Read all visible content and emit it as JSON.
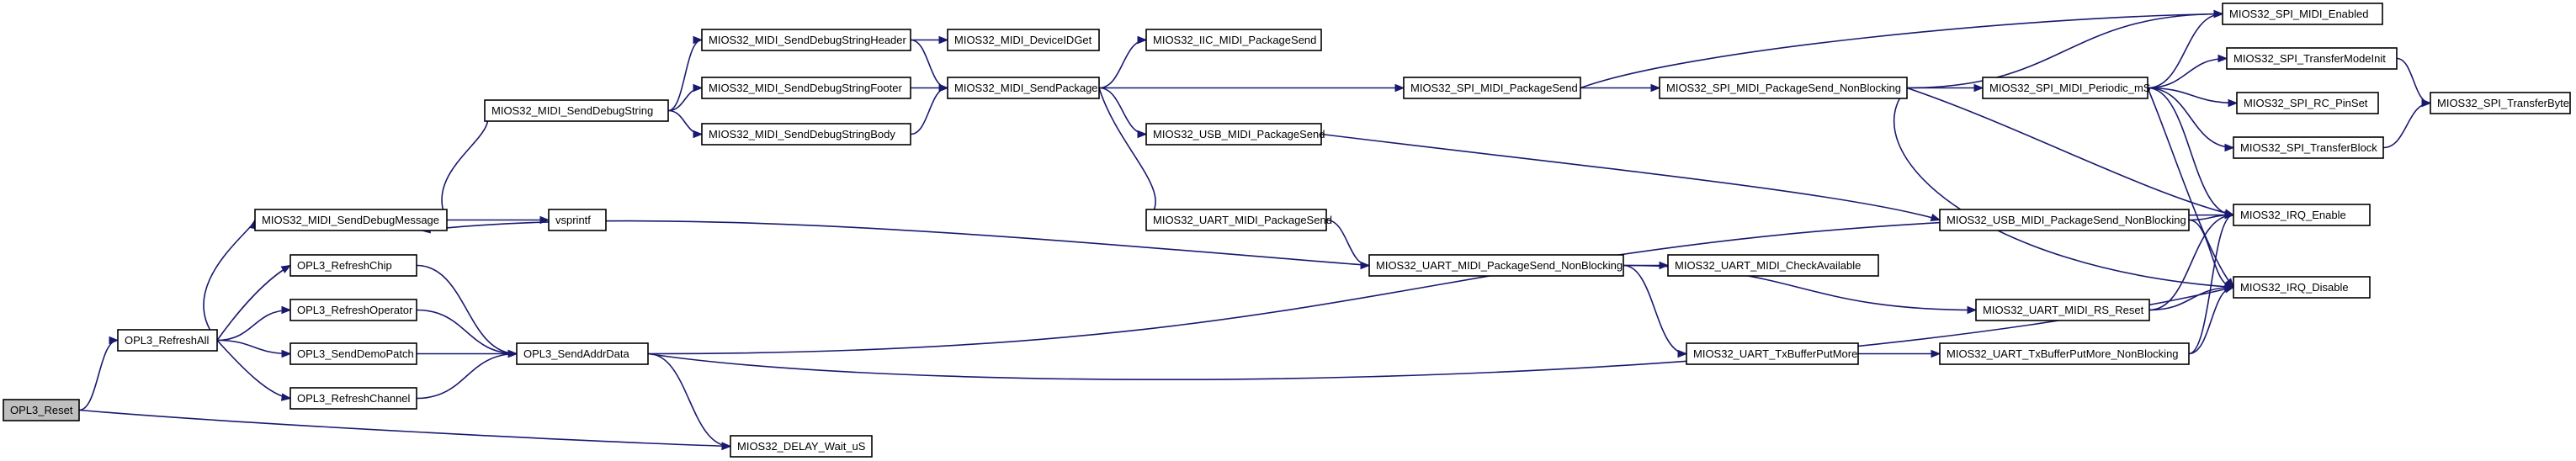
{
  "graph": {
    "root": "OPL3_Reset",
    "nodes": [
      {
        "id": "OPL3_Reset",
        "label": "OPL3_Reset"
      },
      {
        "id": "OPL3_RefreshAll",
        "label": "OPL3_RefreshAll"
      },
      {
        "id": "MIOS32_DELAY_Wait_uS",
        "label": "MIOS32_DELAY_Wait_uS"
      },
      {
        "id": "MIOS32_MIDI_SendDebugMessage",
        "label": "MIOS32_MIDI_SendDebugMessage"
      },
      {
        "id": "OPL3_RefreshChip",
        "label": "OPL3_RefreshChip"
      },
      {
        "id": "OPL3_RefreshOperator",
        "label": "OPL3_RefreshOperator"
      },
      {
        "id": "OPL3_SendDemoPatch",
        "label": "OPL3_SendDemoPatch"
      },
      {
        "id": "OPL3_RefreshChannel",
        "label": "OPL3_RefreshChannel"
      },
      {
        "id": "MIOS32_MIDI_SendDebugString",
        "label": "MIOS32_MIDI_SendDebugString"
      },
      {
        "id": "vsprintf",
        "label": "vsprintf"
      },
      {
        "id": "OPL3_SendAddrData",
        "label": "OPL3_SendAddrData"
      },
      {
        "id": "MIOS32_MIDI_SendDebugStringHeader",
        "label": "MIOS32_MIDI_SendDebugStringHeader"
      },
      {
        "id": "MIOS32_MIDI_SendDebugStringFooter",
        "label": "MIOS32_MIDI_SendDebugStringFooter"
      },
      {
        "id": "MIOS32_MIDI_SendDebugStringBody",
        "label": "MIOS32_MIDI_SendDebugStringBody"
      },
      {
        "id": "MIOS32_MIDI_DeviceIDGet",
        "label": "MIOS32_MIDI_DeviceIDGet"
      },
      {
        "id": "MIOS32_MIDI_SendPackage",
        "label": "MIOS32_MIDI_SendPackage"
      },
      {
        "id": "MIOS32_IIC_MIDI_PackageSend",
        "label": "MIOS32_IIC_MIDI_PackageSend"
      },
      {
        "id": "MIOS32_USB_MIDI_PackageSend",
        "label": "MIOS32_USB_MIDI_PackageSend"
      },
      {
        "id": "MIOS32_UART_MIDI_PackageSend",
        "label": "MIOS32_UART_MIDI_PackageSend"
      },
      {
        "id": "MIOS32_SPI_MIDI_PackageSend",
        "label": "MIOS32_SPI_MIDI_PackageSend"
      },
      {
        "id": "MIOS32_UART_MIDI_PackageSend_NonBlocking",
        "label": "MIOS32_UART_MIDI_PackageSend_NonBlocking"
      },
      {
        "id": "MIOS32_UART_TxBufferPutMore",
        "label": "MIOS32_UART_TxBufferPutMore"
      },
      {
        "id": "MIOS32_SPI_MIDI_PackageSend_NonBlocking",
        "label": "MIOS32_SPI_MIDI_PackageSend_NonBlocking"
      },
      {
        "id": "MIOS32_UART_MIDI_CheckAvailable",
        "label": "MIOS32_UART_MIDI_CheckAvailable"
      },
      {
        "id": "MIOS32_USB_MIDI_PackageSend_NonBlocking",
        "label": "MIOS32_USB_MIDI_PackageSend_NonBlocking"
      },
      {
        "id": "MIOS32_UART_MIDI_RS_Reset",
        "label": "MIOS32_UART_MIDI_RS_Reset"
      },
      {
        "id": "MIOS32_UART_TxBufferPutMore_NonBlocking",
        "label": "MIOS32_UART_TxBufferPutMore_NonBlocking"
      },
      {
        "id": "MIOS32_SPI_MIDI_Periodic_mS",
        "label": "MIOS32_SPI_MIDI_Periodic_mS"
      },
      {
        "id": "MIOS32_SPI_MIDI_Enabled",
        "label": "MIOS32_SPI_MIDI_Enabled"
      },
      {
        "id": "MIOS32_SPI_TransferModeInit",
        "label": "MIOS32_SPI_TransferModeInit"
      },
      {
        "id": "MIOS32_SPI_RC_PinSet",
        "label": "MIOS32_SPI_RC_PinSet"
      },
      {
        "id": "MIOS32_SPI_TransferBlock",
        "label": "MIOS32_SPI_TransferBlock"
      },
      {
        "id": "MIOS32_IRQ_Enable",
        "label": "MIOS32_IRQ_Enable"
      },
      {
        "id": "MIOS32_IRQ_Disable",
        "label": "MIOS32_IRQ_Disable"
      },
      {
        "id": "MIOS32_SPI_TransferByte",
        "label": "MIOS32_SPI_TransferByte"
      }
    ],
    "edges": [
      [
        "OPL3_Reset",
        "OPL3_RefreshAll"
      ],
      [
        "OPL3_Reset",
        "MIOS32_DELAY_Wait_uS"
      ],
      [
        "OPL3_RefreshAll",
        "MIOS32_MIDI_SendDebugMessage"
      ],
      [
        "OPL3_RefreshAll",
        "OPL3_RefreshChip"
      ],
      [
        "OPL3_RefreshAll",
        "OPL3_RefreshOperator"
      ],
      [
        "OPL3_RefreshAll",
        "OPL3_SendDemoPatch"
      ],
      [
        "OPL3_RefreshAll",
        "OPL3_RefreshChannel"
      ],
      [
        "MIOS32_MIDI_SendDebugMessage",
        "MIOS32_MIDI_SendDebugString"
      ],
      [
        "MIOS32_MIDI_SendDebugMessage",
        "vsprintf"
      ],
      [
        "MIOS32_MIDI_SendDebugString",
        "MIOS32_MIDI_SendDebugStringHeader"
      ],
      [
        "MIOS32_MIDI_SendDebugString",
        "MIOS32_MIDI_SendDebugStringFooter"
      ],
      [
        "MIOS32_MIDI_SendDebugString",
        "MIOS32_MIDI_SendDebugStringBody"
      ],
      [
        "MIOS32_MIDI_SendDebugStringHeader",
        "MIOS32_MIDI_DeviceIDGet"
      ],
      [
        "MIOS32_MIDI_SendDebugStringHeader",
        "MIOS32_MIDI_SendPackage"
      ],
      [
        "MIOS32_MIDI_SendDebugStringFooter",
        "MIOS32_MIDI_SendPackage"
      ],
      [
        "MIOS32_MIDI_SendDebugStringBody",
        "MIOS32_MIDI_SendPackage"
      ],
      [
        "MIOS32_MIDI_SendPackage",
        "MIOS32_IIC_MIDI_PackageSend"
      ],
      [
        "MIOS32_MIDI_SendPackage",
        "MIOS32_SPI_MIDI_PackageSend"
      ],
      [
        "MIOS32_MIDI_SendPackage",
        "MIOS32_USB_MIDI_PackageSend"
      ],
      [
        "MIOS32_MIDI_SendPackage",
        "MIOS32_UART_MIDI_PackageSend"
      ],
      [
        "OPL3_RefreshChip",
        "OPL3_SendAddrData"
      ],
      [
        "OPL3_RefreshOperator",
        "OPL3_SendAddrData"
      ],
      [
        "OPL3_SendDemoPatch",
        "OPL3_SendAddrData"
      ],
      [
        "OPL3_RefreshChannel",
        "OPL3_SendAddrData"
      ],
      [
        "OPL3_SendAddrData",
        "MIOS32_DELAY_Wait_uS"
      ],
      [
        "OPL3_SendAddrData",
        "MIOS32_IRQ_Enable"
      ],
      [
        "OPL3_SendAddrData",
        "MIOS32_IRQ_Disable"
      ],
      [
        "MIOS32_UART_MIDI_PackageSend",
        "MIOS32_UART_MIDI_PackageSend_NonBlocking"
      ],
      [
        "MIOS32_UART_MIDI_PackageSend_NonBlocking",
        "MIOS32_MIDI_SendDebugMessage"
      ],
      [
        "MIOS32_UART_MIDI_PackageSend_NonBlocking",
        "MIOS32_UART_MIDI_CheckAvailable"
      ],
      [
        "MIOS32_UART_MIDI_PackageSend_NonBlocking",
        "MIOS32_UART_MIDI_RS_Reset"
      ],
      [
        "MIOS32_UART_MIDI_PackageSend_NonBlocking",
        "MIOS32_UART_TxBufferPutMore"
      ],
      [
        "MIOS32_UART_TxBufferPutMore",
        "MIOS32_UART_TxBufferPutMore_NonBlocking"
      ],
      [
        "MIOS32_UART_TxBufferPutMore_NonBlocking",
        "MIOS32_IRQ_Enable"
      ],
      [
        "MIOS32_UART_TxBufferPutMore_NonBlocking",
        "MIOS32_IRQ_Disable"
      ],
      [
        "MIOS32_UART_MIDI_RS_Reset",
        "MIOS32_IRQ_Enable"
      ],
      [
        "MIOS32_UART_MIDI_RS_Reset",
        "MIOS32_IRQ_Disable"
      ],
      [
        "MIOS32_USB_MIDI_PackageSend",
        "MIOS32_USB_MIDI_PackageSend_NonBlocking"
      ],
      [
        "MIOS32_USB_MIDI_PackageSend_NonBlocking",
        "MIOS32_IRQ_Enable"
      ],
      [
        "MIOS32_USB_MIDI_PackageSend_NonBlocking",
        "MIOS32_IRQ_Disable"
      ],
      [
        "MIOS32_SPI_MIDI_PackageSend",
        "MIOS32_SPI_MIDI_Enabled"
      ],
      [
        "MIOS32_SPI_MIDI_PackageSend",
        "MIOS32_SPI_MIDI_PackageSend_NonBlocking"
      ],
      [
        "MIOS32_SPI_MIDI_PackageSend_NonBlocking",
        "MIOS32_SPI_MIDI_Enabled"
      ],
      [
        "MIOS32_SPI_MIDI_PackageSend_NonBlocking",
        "MIOS32_SPI_MIDI_Periodic_mS"
      ],
      [
        "MIOS32_SPI_MIDI_PackageSend_NonBlocking",
        "MIOS32_IRQ_Enable"
      ],
      [
        "MIOS32_SPI_MIDI_PackageSend_NonBlocking",
        "MIOS32_IRQ_Disable"
      ],
      [
        "MIOS32_SPI_MIDI_Periodic_mS",
        "MIOS32_SPI_MIDI_Enabled"
      ],
      [
        "MIOS32_SPI_MIDI_Periodic_mS",
        "MIOS32_SPI_TransferModeInit"
      ],
      [
        "MIOS32_SPI_MIDI_Periodic_mS",
        "MIOS32_SPI_RC_PinSet"
      ],
      [
        "MIOS32_SPI_MIDI_Periodic_mS",
        "MIOS32_SPI_TransferBlock"
      ],
      [
        "MIOS32_SPI_MIDI_Periodic_mS",
        "MIOS32_IRQ_Enable"
      ],
      [
        "MIOS32_SPI_MIDI_Periodic_mS",
        "MIOS32_IRQ_Disable"
      ],
      [
        "MIOS32_SPI_TransferModeInit",
        "MIOS32_SPI_TransferByte"
      ],
      [
        "MIOS32_SPI_TransferBlock",
        "MIOS32_SPI_TransferByte"
      ]
    ]
  }
}
